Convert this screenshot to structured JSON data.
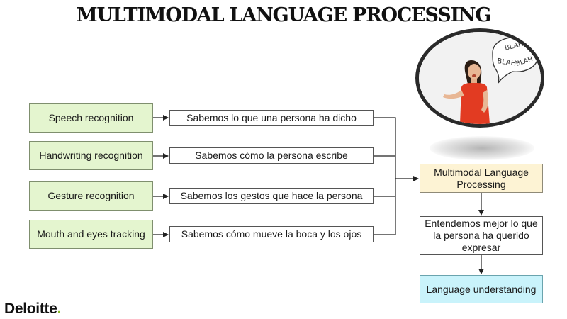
{
  "title": "MULTIMODAL LANGUAGE PROCESSING",
  "sources": [
    "Speech recognition",
    "Handwriting recognition",
    "Gesture recognition",
    "Mouth and eyes tracking"
  ],
  "results": [
    "Sabemos lo que una persona ha dicho",
    "Sabemos cómo la persona escribe",
    "Sabemos los gestos que hace la persona",
    "Sabemos cómo mueve la boca y los ojos"
  ],
  "multimodal": "Multimodal Language Processing",
  "understanding": "Entendemos mejor lo que la persona ha querido expresar",
  "language_understanding": "Language understanding",
  "speech_bubble": [
    "BLAH",
    "BLAH",
    "BLAH"
  ],
  "logo": {
    "name": "Deloitte",
    "dot": ".",
    "dot_color": "#86bc25"
  },
  "colors": {
    "source_fill": "#e4f5cf",
    "multimodal_fill": "#fdf3d4",
    "language_fill": "#c9f3fb"
  }
}
